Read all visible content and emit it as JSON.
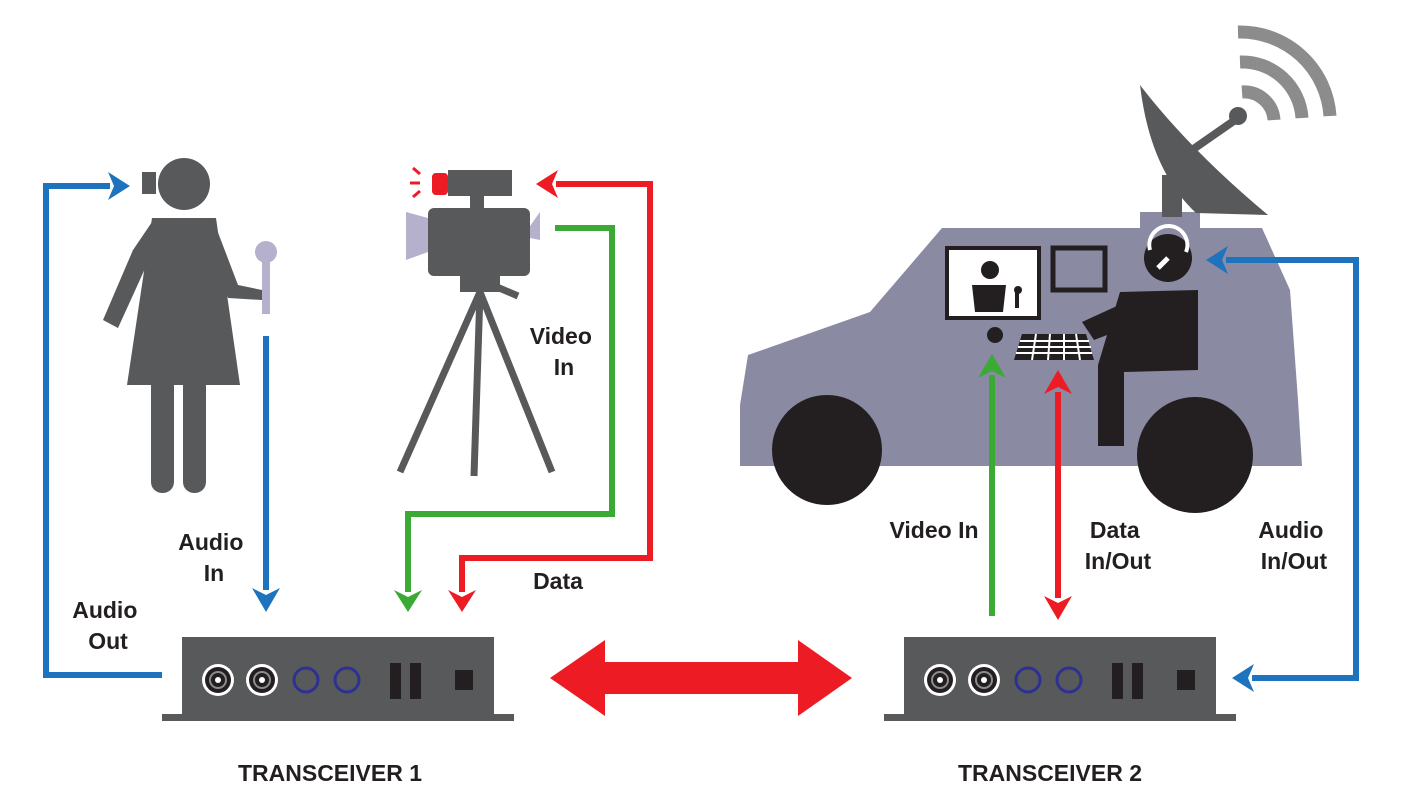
{
  "labels": {
    "audio_in": [
      "Audio",
      "In"
    ],
    "audio_out": [
      "Audio",
      "Out"
    ],
    "video_in_camera": [
      "Video",
      "In"
    ],
    "data_camera": "Data",
    "video_in_van": "Video In",
    "data_in_out": [
      "Data",
      "In/Out"
    ],
    "audio_in_out": [
      "Audio",
      "In/Out"
    ]
  },
  "devices": {
    "transceiver_1": "TRANSCEIVER 1",
    "transceiver_2": "TRANSCEIVER 2"
  },
  "colors": {
    "audio": "#1e73be",
    "video": "#3aaa35",
    "data": "#ed1c24",
    "figure": "#58595b",
    "van": "#8a8aa3",
    "device": "#58595b",
    "dark": "#231f20"
  },
  "icons": [
    "reporter-figure",
    "microphone-icon",
    "video-camera-icon",
    "tripod-icon",
    "tally-light-icon",
    "broadcast-van-icon",
    "satellite-dish-icon",
    "wifi-signal-icon",
    "monitor-icon",
    "operator-figure",
    "headset-icon",
    "keyboard-icon"
  ]
}
